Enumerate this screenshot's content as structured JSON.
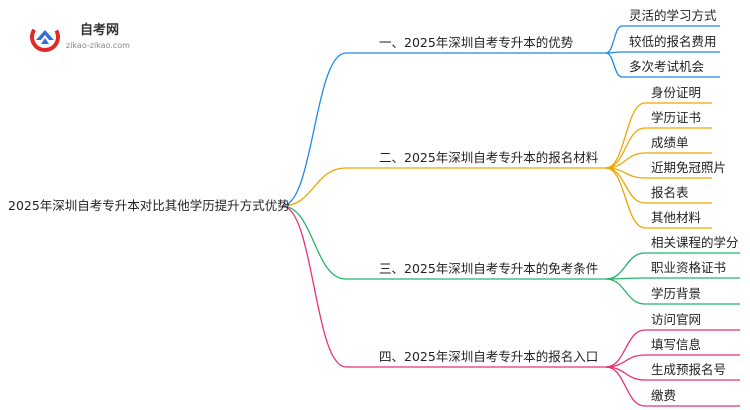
{
  "logo": {
    "title": "自考网",
    "subtitle": "zikao-zikao.com"
  },
  "root": {
    "label": "2025年深圳自考专升本对比其他学历提升方式优势"
  },
  "colors": {
    "branch_1": "#1e8ae6",
    "branch_2": "#f0a500",
    "branch_3": "#27b36b",
    "branch_4": "#e8307a",
    "logo_primary": "#e02a2a",
    "logo_secondary": "#2f6fd6"
  },
  "branches": [
    {
      "label": "一、2025年深圳自考专升本的优势",
      "color_key": "branch_1",
      "children": [
        "灵活的学习方式",
        "较低的报名费用",
        "多次考试机会"
      ]
    },
    {
      "label": "二、2025年深圳自考专升本的报名材料",
      "color_key": "branch_2",
      "children": [
        "身份证明",
        "学历证书",
        "成绩单",
        "近期免冠照片",
        "报名表",
        "其他材料"
      ]
    },
    {
      "label": "三、2025年深圳自考专升本的免考条件",
      "color_key": "branch_3",
      "children": [
        "相关课程的学分",
        "职业资格证书",
        "学历背景"
      ]
    },
    {
      "label": "四、2025年深圳自考专升本的报名入口",
      "color_key": "branch_4",
      "children": [
        "访问官网",
        "填写信息",
        "生成预报名号",
        "缴费"
      ]
    }
  ]
}
